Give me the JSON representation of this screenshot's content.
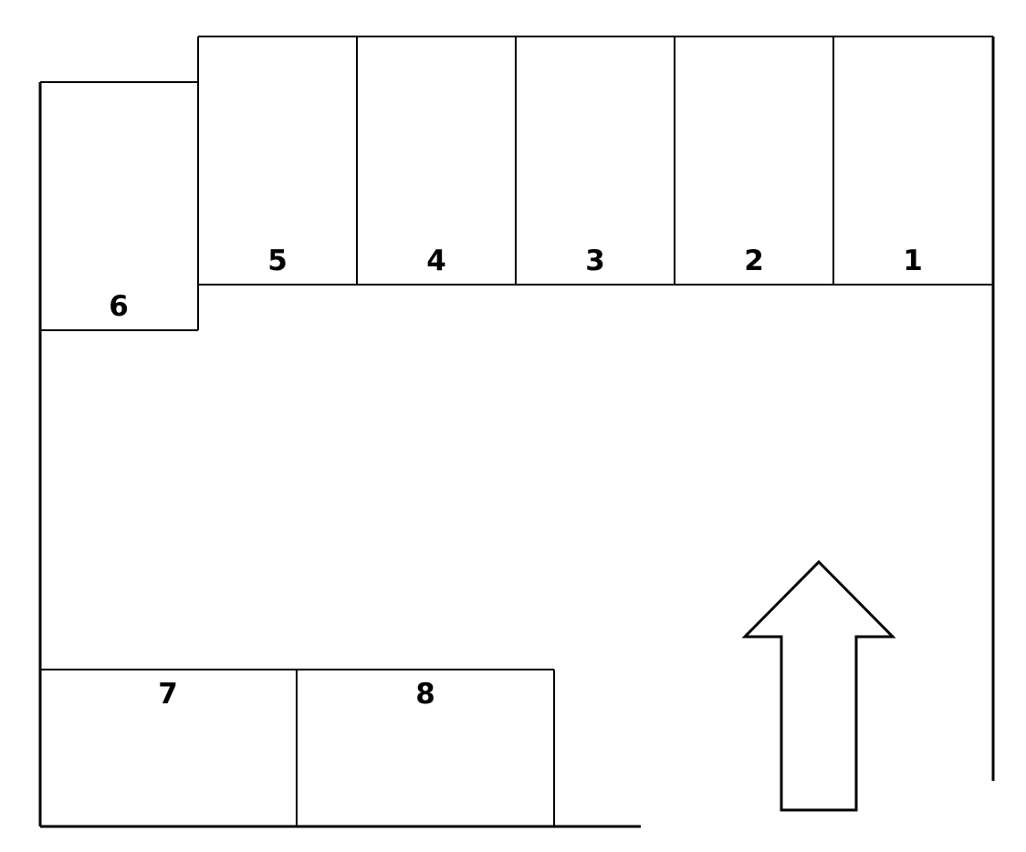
{
  "parking_lot": {
    "spaces": [
      {
        "number": "1"
      },
      {
        "number": "2"
      },
      {
        "number": "3"
      },
      {
        "number": "4"
      },
      {
        "number": "5"
      },
      {
        "number": "6"
      },
      {
        "number": "7"
      },
      {
        "number": "8"
      }
    ],
    "entrance_arrow": {
      "direction": "up",
      "icon": "arrow-up-icon"
    },
    "colors": {
      "line": "#000000",
      "background": "#ffffff"
    }
  }
}
